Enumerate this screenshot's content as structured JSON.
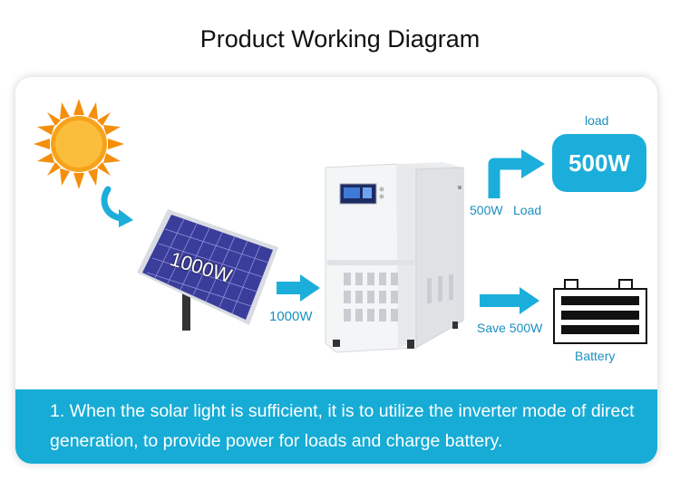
{
  "header": {
    "title": "Product Working Diagram"
  },
  "diagram": {
    "panel_label": "1000W",
    "panel_output": "1000W",
    "load_output_value": "500W",
    "load_output_label": "Load",
    "load_caption": "load",
    "load_value": "500W",
    "save_label": "Save 500W",
    "battery_label": "Battery"
  },
  "description": {
    "text": "1. When the solar light is sufficient, it is to utilize the inverter mode of direct generation, to provide power for loads and charge battery."
  },
  "colors": {
    "accent": "#16acd6",
    "sun": "#f7a21b",
    "panel": "#3c3e9c"
  }
}
